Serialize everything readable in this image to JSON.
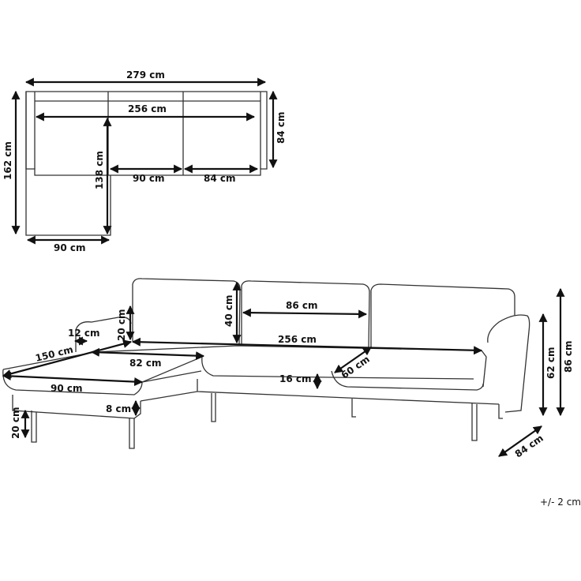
{
  "top_view": {
    "total_width": "279 cm",
    "seat_width": "256 cm",
    "depth": "84 cm",
    "total_depth": "162 cm",
    "chaise_seat_depth": "138 cm",
    "middle_seat_width": "90 cm",
    "right_seat_width": "84 cm",
    "chaise_width": "90 cm"
  },
  "perspective_view": {
    "back_height_chaise": "20 cm",
    "back_cushion_height": "40 cm",
    "back_cushion_width": "86 cm",
    "armrest_width": "12 cm",
    "chaise_length": "150 cm",
    "seat_width": "256 cm",
    "chaise_seat_width": "82 cm",
    "seat_depth": "60 cm",
    "cushion_thickness": "16 cm",
    "chaise_front_width": "90 cm",
    "base_height": "8 cm",
    "leg_height": "20 cm",
    "arm_height": "62 cm",
    "total_height": "86 cm",
    "total_depth": "84 cm"
  },
  "tolerance": "+/- 2 cm"
}
